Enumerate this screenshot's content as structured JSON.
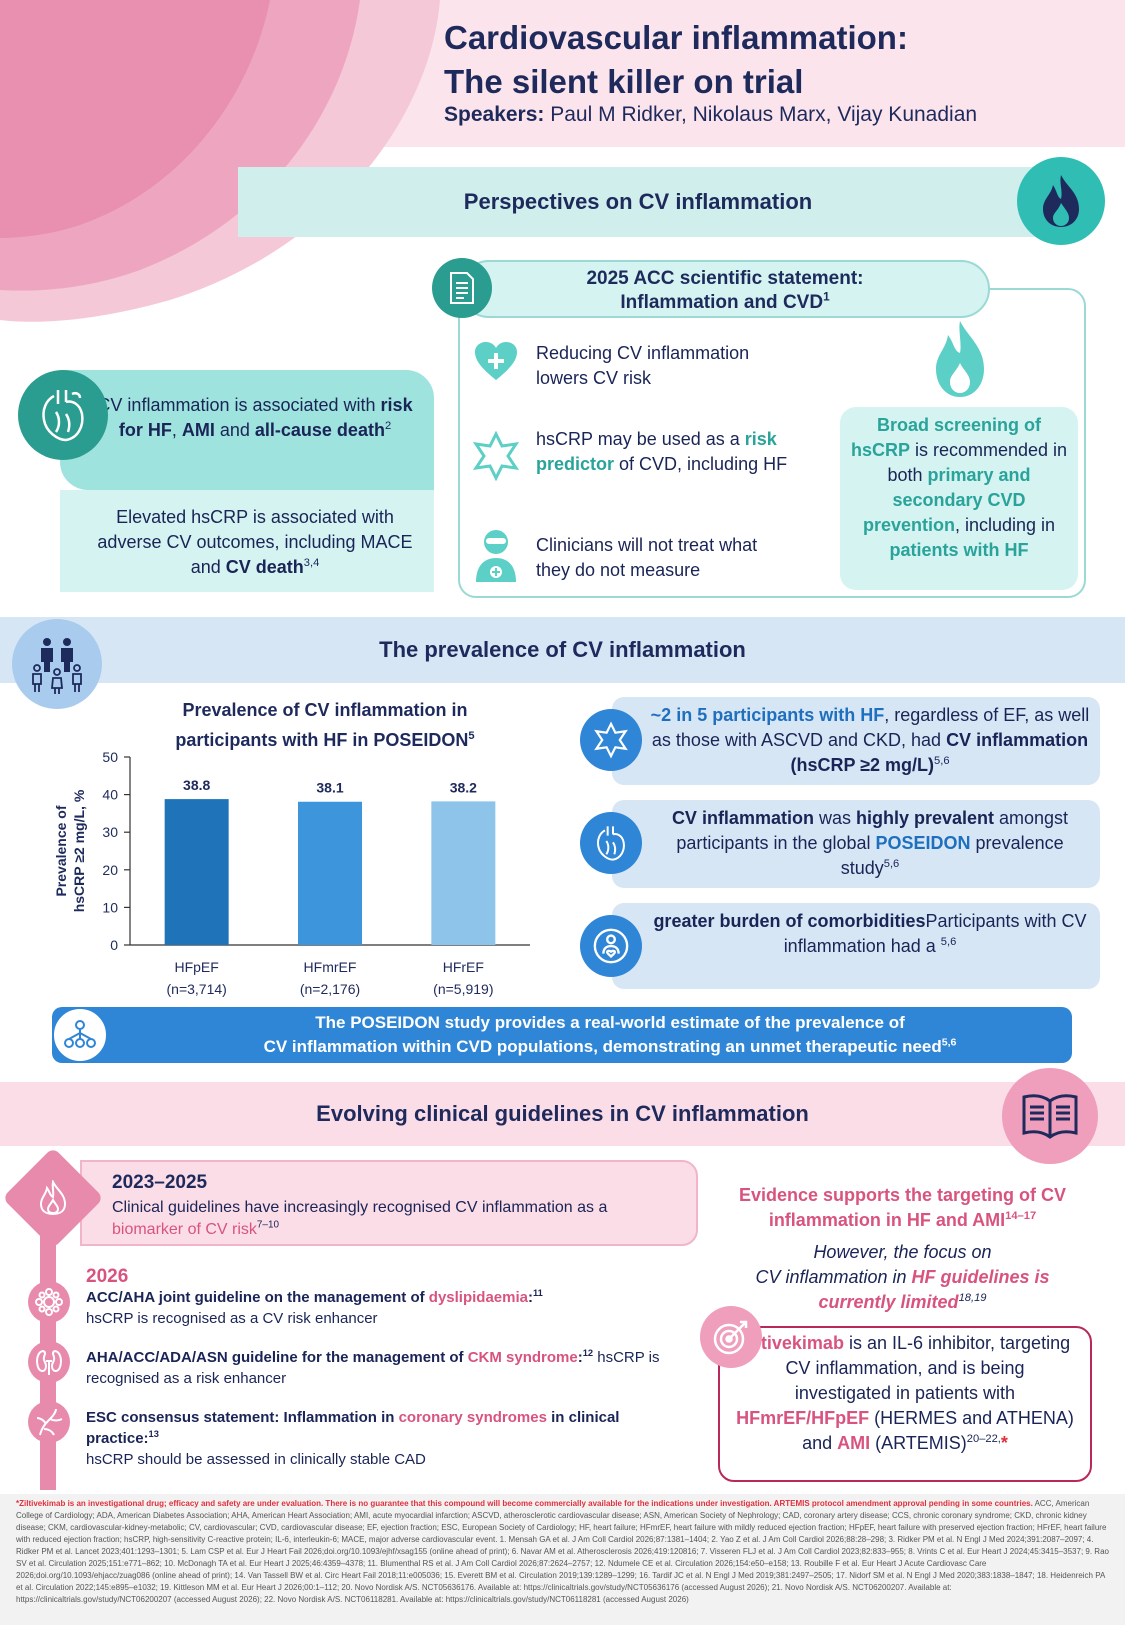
{
  "header": {
    "title_line1": "Cardiovascular inflammation:",
    "title_line2": "The silent killer on trial",
    "speakers_label": "Speakers:",
    "speakers": "Paul M Ridker, Nikolaus Marx, Vijay Kunadian"
  },
  "section1": {
    "title": "Perspectives on CV inflammation",
    "left_card1": {
      "pre": "CV inflammation is associated with ",
      "b1": "risk for HF",
      "mid1": ", ",
      "b2": "AMI",
      "mid2": " and ",
      "b3": "all-cause death",
      "sup": "2"
    },
    "left_card2": {
      "pre": "Elevated hsCRP is associated with adverse CV outcomes, including MACE and ",
      "b1": "CV death",
      "sup": "3,4"
    },
    "acc_title1": "2025 ACC scientific statement:",
    "acc_title2": "Inflammation and CVD",
    "acc_sup": "1",
    "points": [
      {
        "text": "Reducing CV inflammation lowers CV risk"
      },
      {
        "pre": "hsCRP may be used as a ",
        "hl": "risk predictor",
        "post": " of CVD, including HF"
      },
      {
        "text": "Clinicians will not treat what they do not measure"
      }
    ],
    "screen": {
      "b1": "Broad screening of hsCRP",
      "t1": " is recommended in both ",
      "b2": "primary and secondary CVD prevention",
      "t2": ", including in ",
      "b3": "patients with HF"
    }
  },
  "section2": {
    "title": "The prevalence of CV inflammation",
    "chart_title1": "Prevalence of CV inflammation in",
    "chart_title2": "participants with HF in POSEIDON",
    "chart_sup": "5",
    "facts": [
      {
        "b1": "~2 in 5 participants with HF",
        "t1": ", regardless of EF, as well as those with ASCVD and CKD, had ",
        "b2": "CV inflammation (hsCRP ≥2 mg/L)",
        "sup": "5,6"
      },
      {
        "b1": "CV inflammation",
        "t1": " was ",
        "b2": "highly prevalent",
        "t2": " amongst participants in the global ",
        "b3": "POSEIDON",
        "t3": " prevalence study",
        "sup": "5,6"
      },
      {
        "t1": "Participants with CV inflammation had a ",
        "b1": "greater burden of comorbidities",
        "sup": "5,6"
      }
    ],
    "banner1": "The POSEIDON study provides a real-world estimate of the prevalence of",
    "banner2": "CV inflammation within CVD populations, demonstrating an unmet therapeutic need",
    "banner_sup": "5,6"
  },
  "chart_data": {
    "type": "bar",
    "title": "Prevalence of CV inflammation in participants with HF in POSEIDON",
    "categories": [
      "HFpEF",
      "HFmrEF",
      "HFrEF"
    ],
    "category_sub": [
      "(n=3,714)",
      "(n=2,176)",
      "(n=5,919)"
    ],
    "values": [
      38.8,
      38.1,
      38.2
    ],
    "value_labels": [
      "38.8",
      "38.1",
      "38.2"
    ],
    "ylabel1": "Prevalence of",
    "ylabel2": "hsCRP ≥2 mg/L, %",
    "ylim": [
      0,
      50
    ],
    "yticks": [
      0,
      10,
      20,
      30,
      40,
      50
    ],
    "colors": [
      "#1f73b8",
      "#3d96dc",
      "#8ec4ea"
    ]
  },
  "section3": {
    "title": "Evolving clinical guidelines in CV inflammation",
    "y1": "2023–2025",
    "y1_text": "Clinical guidelines have increasingly recognised CV inflammation as a ",
    "y1_hl": "biomarker of CV risk",
    "y1_sup": "7–10",
    "y2": "2026",
    "guides": [
      {
        "pre": "ACC/AHA joint guideline on the management of ",
        "hl": "dyslipidaemia",
        "post": ":",
        "sup": "11",
        "line2": "hsCRP is recognised as a CV risk enhancer"
      },
      {
        "pre": "AHA/ACC/ADA/ASN guideline for the management of ",
        "hl": "CKM syndrome",
        "post": ":",
        "sup": "12",
        "tail": " hsCRP is",
        "line2": "recognised as a risk enhancer"
      },
      {
        "pre": "ESC consensus statement: Inflammation in ",
        "hl": "coronary syndromes",
        "post": " in clinical practice:",
        "sup": "13",
        "line2": "hsCRP should be assessed in clinically stable CAD"
      }
    ],
    "evidence1": "Evidence supports the targeting of CV",
    "evidence2": "inflammation in HF and AMI",
    "evidence_sup": "14–17",
    "however1": "However, the focus on",
    "however2a": "CV inflammation in ",
    "however2b": "HF guidelines is",
    "however3": "currently limited",
    "however_sup": "18,19",
    "zilti": {
      "b1": "Ziltivekimab",
      "t1": " is an IL-6 inhibitor, targeting CV inflammation, and is being investigated in patients with ",
      "b2": "HFmrEF/HFpEF",
      "t2": " (HERMES and ATHENA) and ",
      "b3": "AMI",
      "t3": " (ARTEMIS)",
      "sup": "20–22,",
      "star": "*"
    }
  },
  "footer": {
    "disclaimer": "*Ziltivekimab is an investigational drug; efficacy and safety are under evaluation. There is no guarantee that this compound will become commercially available for the indications under investigation. ARTEMIS protocol amendment approval pending in some countries.",
    "abbrev": "ACC, American College of Cardiology; ADA, American Diabetes Association; AHA, American Heart Association; AMI, acute myocardial infarction; ASCVD, atherosclerotic cardiovascular disease; ASN, American Society of Nephrology; CAD, coronary artery disease; CCS, chronic coronary syndrome; CKD, chronic kidney disease; CKM, cardiovascular-kidney-metabolic; CV, cardiovascular; CVD, cardiovascular disease; EF, ejection fraction; ESC, European Society of Cardiology; HF, heart failure; HFmrEF, heart failure with mildly reduced ejection fraction; HFpEF, heart failure with preserved ejection fraction; HFrEF, heart failure with reduced ejection fraction; hsCRP, high-sensitivity C-reactive protein;",
    "refs": "IL-6, interleukin-6; MACE, major adverse cardiovascular event. 1. Mensah GA et al. J Am Coll Cardiol 2026;87:1381–1404; 2. Yao Z et al. J Am Coll Cardiol 2026;88:28–298; 3. Ridker PM et al. N Engl J Med 2024;391:2087–2097; 4. Ridker PM et al. Lancet 2023;401:1293–1301; 5. Lam CSP et al. Eur J Heart Fail 2026;doi.org/10.1093/ejhf/xsag155 (online ahead of print); 6. Navar AM et al. Atherosclerosis 2026;419:120816; 7. Visseren FLJ et al. J Am Coll Cardiol 2023;82:833–955; 8. Vrints C et al. Eur Heart J 2024;45:3415–3537; 9. Rao SV et al. Circulation 2025;151:e771–862; 10. McDonagh TA et al. Eur Heart J 2025;46:4359–4378; 11. Blumenthal RS et al. J Am Coll Cardiol 2026;87:2624–2757; 12. Ndumele CE et al. Circulation 2026;154:e50–e158; 13. Roubille F et al. Eur Heart J Acute Cardiovasc Care 2026;doi.org/10.1093/ehjacc/zuag086 (online ahead of print); 14. Van Tassell BW et al. Circ Heart Fail 2018;11:e005036; 15. Everett BM et al. Circulation 2019;139:1289–1299; 16. Tardif JC et al. N Engl J Med 2019;381:2497–2505; 17. Nidorf SM et al. N Engl J Med 2020;383:1838–1847; 18. Heidenreich PA et al. Circulation 2022;145:e895–e1032; 19. Kittleson MM et al. Eur Heart J 2026;00:1–112; 20. Novo Nordisk A/S. NCT05636176. Available at: https://clinicaltrials.gov/study/NCT05636176 (accessed August 2026); 21. Novo Nordisk A/S. NCT06200207. Available at: https://clinicaltrials.gov/study/NCT06200207 (accessed August 2026); 22. Novo Nordisk A/S. NCT06118281. Available at: https://clinicaltrials.gov/study/NCT06118281 (accessed August 2026)"
  }
}
